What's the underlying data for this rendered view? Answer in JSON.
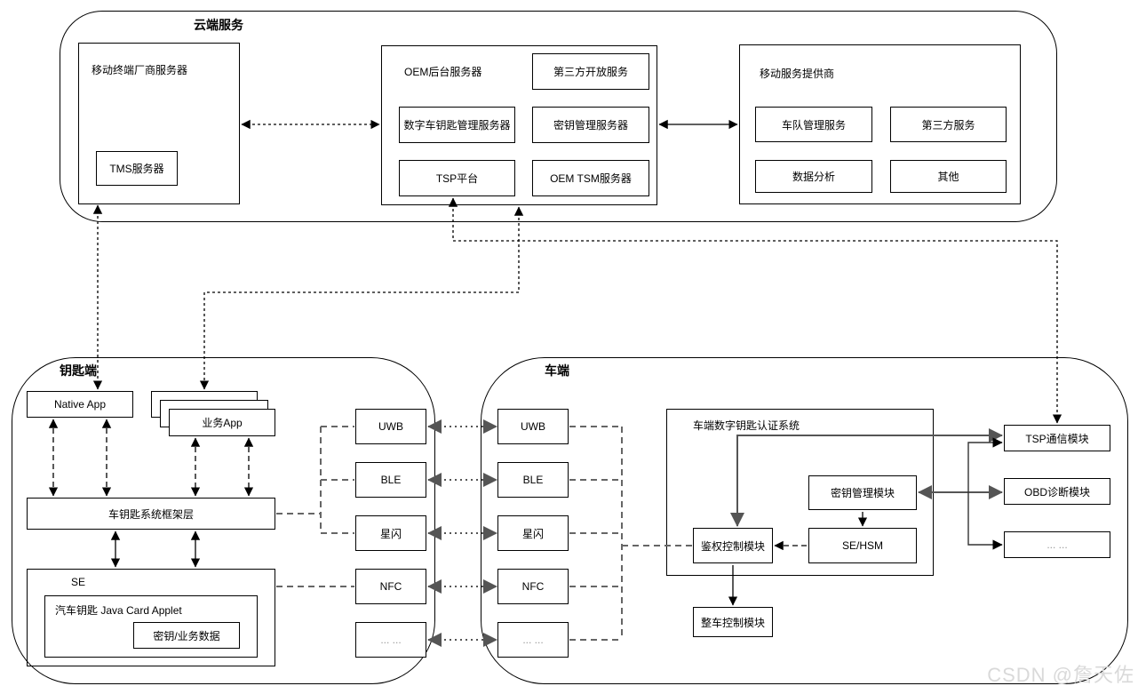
{
  "watermark": "CSDN @詹天佐",
  "cloud": {
    "title": "云端服务",
    "mobile_vendor": {
      "title": "移动终端厂商服务器",
      "tms": "TMS服务器"
    },
    "oem": {
      "title": "OEM后台服务器",
      "third_party_open": "第三方开放服务",
      "dk_mgmt": "数字车钥匙管理服务器",
      "key_mgmt": "密钥管理服务器",
      "tsp": "TSP平台",
      "oem_tsm": "OEM TSM服务器"
    },
    "msp": {
      "title": "移动服务提供商",
      "fleet": "车队管理服务",
      "third_party": "第三方服务",
      "analytics": "数据分析",
      "other": "其他"
    }
  },
  "key_side": {
    "title": "钥匙端",
    "native_app": "Native App",
    "business_app": "业务App",
    "framework": "车钥匙系统框架层",
    "se": {
      "title": "SE",
      "applet": "汽车钥匙 Java Card Applet",
      "data": "密钥/业务数据"
    },
    "radios": [
      "UWB",
      "BLE",
      "星闪",
      "NFC",
      "... ..."
    ]
  },
  "vehicle_side": {
    "title": "车端",
    "radios": [
      "UWB",
      "BLE",
      "星闪",
      "NFC",
      "... ..."
    ],
    "auth_system": {
      "title": "车端数字钥匙认证系统",
      "key_mgmt": "密钥管理模块",
      "se_hsm": "SE/HSM",
      "auth_ctrl": "鉴权控制模块"
    },
    "vehicle_ctrl": "整车控制模块",
    "tsp_comm": "TSP通信模块",
    "obd": "OBD诊断模块",
    "more": "... ..."
  }
}
